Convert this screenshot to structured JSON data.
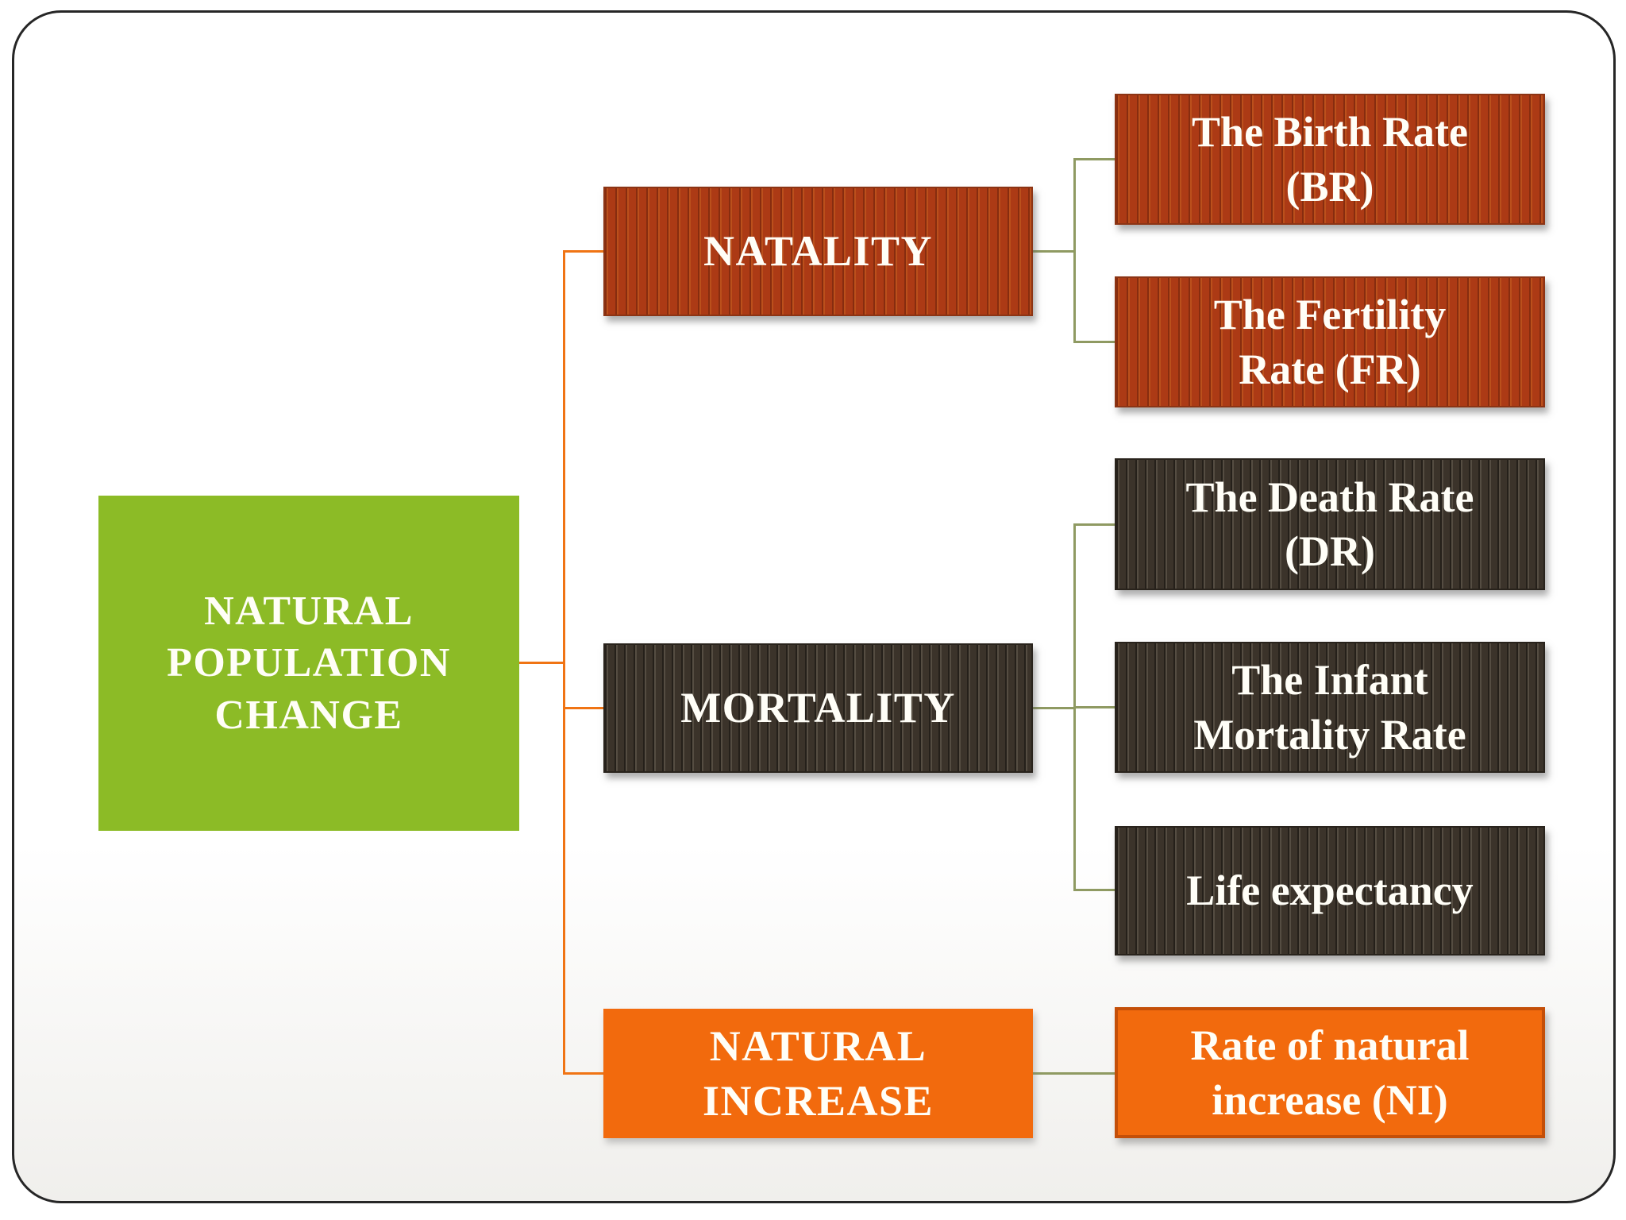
{
  "diagram": {
    "title": "Natural population change hierarchy",
    "root": {
      "label": "NATURAL POPULATION CHANGE"
    },
    "level1": [
      {
        "id": "natality",
        "label": "NATALITY"
      },
      {
        "id": "mortality",
        "label": "MORTALITY"
      },
      {
        "id": "natural-increase",
        "label": "NATURAL INCREASE"
      }
    ],
    "level2": [
      {
        "parent": "natality",
        "label": "The Birth Rate (BR)"
      },
      {
        "parent": "natality",
        "label": "The Fertility Rate (FR)"
      },
      {
        "parent": "mortality",
        "label": "The Death Rate (DR)"
      },
      {
        "parent": "mortality",
        "label": "The Infant Mortality Rate"
      },
      {
        "parent": "mortality",
        "label": "Life expectancy"
      },
      {
        "parent": "natural-increase",
        "label": "Rate of natural increase (NI)"
      }
    ],
    "colors": {
      "root_green": "#8CBB26",
      "natality_rust": "#AC3A15",
      "mortality_brown": "#3B332A",
      "increase_orange": "#F26A0D",
      "connector_orange": "#F07414",
      "connector_olive": "#8F9A62",
      "slide_border": "#262626",
      "text": "#FFFEF7"
    }
  }
}
